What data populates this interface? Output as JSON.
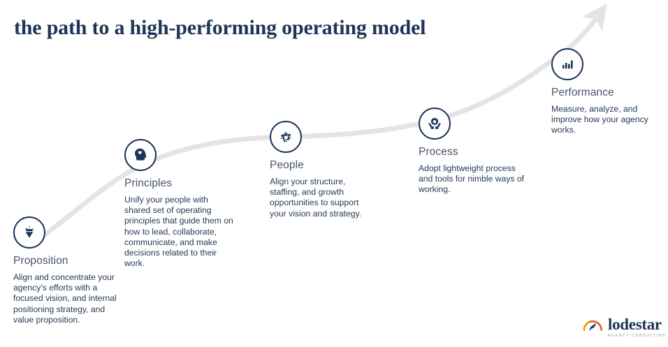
{
  "page": {
    "title": "the path to a high-performing operating model",
    "background_color": "#ffffff",
    "title_color": "#1d3557",
    "accent_color": "#1d3557",
    "path_color": "#e6e6e6"
  },
  "steps": [
    {
      "id": "proposition",
      "icon": "diamond-sparkle-icon",
      "label": "Proposition",
      "description": "Align and concentrate your agency’s efforts with a focused vision, and internal positioning strategy, and value proposition."
    },
    {
      "id": "principles",
      "icon": "head-heart-icon",
      "label": "Principles",
      "description": "Unify your people with shared set of operating principles that guide them on how to lead, collaborate, communicate, and make decisions related to their work."
    },
    {
      "id": "people",
      "icon": "people-network-icon",
      "label": "People",
      "description": "Align your structure, staffing, and growth opportunities to support your vision and strategy."
    },
    {
      "id": "process",
      "icon": "hands-gear-icon",
      "label": "Process",
      "description": "Adopt lightweight process and tools for nimble ways of working."
    },
    {
      "id": "performance",
      "icon": "bar-chart-icon",
      "label": "Performance",
      "description": "Measure, analyze, and improve how your agency works."
    }
  ],
  "logo": {
    "wordmark": "lodestar",
    "tagline": "AGENCY CONSULTING",
    "mark": "compass-arc-icon",
    "arc_color": "#e4572e",
    "needle_color": "#1d3557"
  }
}
